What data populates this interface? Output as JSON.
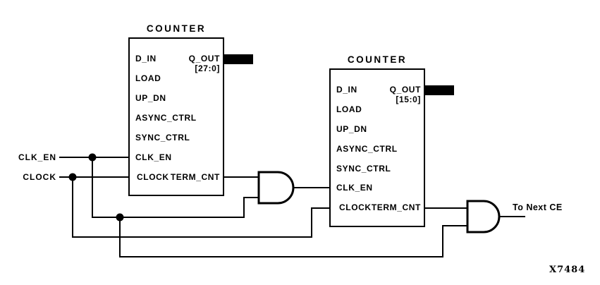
{
  "figure": {
    "label": "X7484",
    "background_color": "#ffffff",
    "line_color": "#000000"
  },
  "nets": {
    "clk_en": "CLK_EN",
    "clock": "CLOCK",
    "to_next_ce": "To Next CE"
  },
  "counters": [
    {
      "title": "COUNTER",
      "pins_left": [
        "D_IN",
        "LOAD",
        "UP_DN",
        "ASYNC_CTRL",
        "SYNC_CTRL",
        "CLK_EN",
        "CLOCK"
      ],
      "q_out": "Q_OUT",
      "q_range": "[27:0]",
      "term_cnt": "TERM_CNT"
    },
    {
      "title": "COUNTER",
      "pins_left": [
        "D_IN",
        "LOAD",
        "UP_DN",
        "ASYNC_CTRL",
        "SYNC_CTRL",
        "CLK_EN",
        "CLOCK"
      ],
      "q_out": "Q_OUT",
      "q_range": "[15:0]",
      "term_cnt": "TERM_CNT"
    }
  ],
  "icons": {
    "and_gate": "and-gate-d-shape",
    "clock_input": "wedge-chevron",
    "junction": "filled-dot",
    "bus_stub": "thick-black-bar"
  }
}
